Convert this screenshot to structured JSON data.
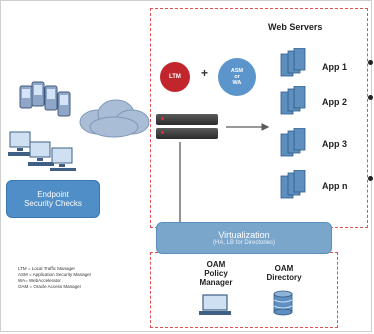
{
  "diagram": {
    "web_servers_title": "Web Servers",
    "apps": [
      "App 1",
      "App 2",
      "App 3",
      "App n"
    ],
    "ltm_label": "LTM",
    "asm_label_lines": [
      "ASM",
      "or",
      "WA"
    ],
    "plus": "+",
    "endpoint": {
      "line1": "Endpoint",
      "line2": "Security Checks"
    },
    "virtualization": {
      "title": "Virtualization",
      "subtitle": "(HA, LB for Directories)"
    },
    "oam_policy_manager": [
      "OAM",
      "Policy",
      "Manager"
    ],
    "oam_directory": [
      "OAM",
      "Directory"
    ],
    "legend": [
      "LTM = Local Traffic Manager",
      "ASM = Application Security Manager",
      "WA= WebAccelerator",
      "OAM = Oracle Access Manager"
    ]
  },
  "colors": {
    "dashed_border": "#e05050",
    "ltm": "#c0262c",
    "asm": "#5b95cc",
    "endpoint_box": "#4f8ec6",
    "virtualization_box": "#7aa6cc",
    "server": "#5e8fbf"
  },
  "icons": [
    "mobile-device-icon",
    "desktop-computer-icon",
    "cloud-icon",
    "network-appliance-icon",
    "server-icon",
    "laptop-icon",
    "database-icon"
  ]
}
